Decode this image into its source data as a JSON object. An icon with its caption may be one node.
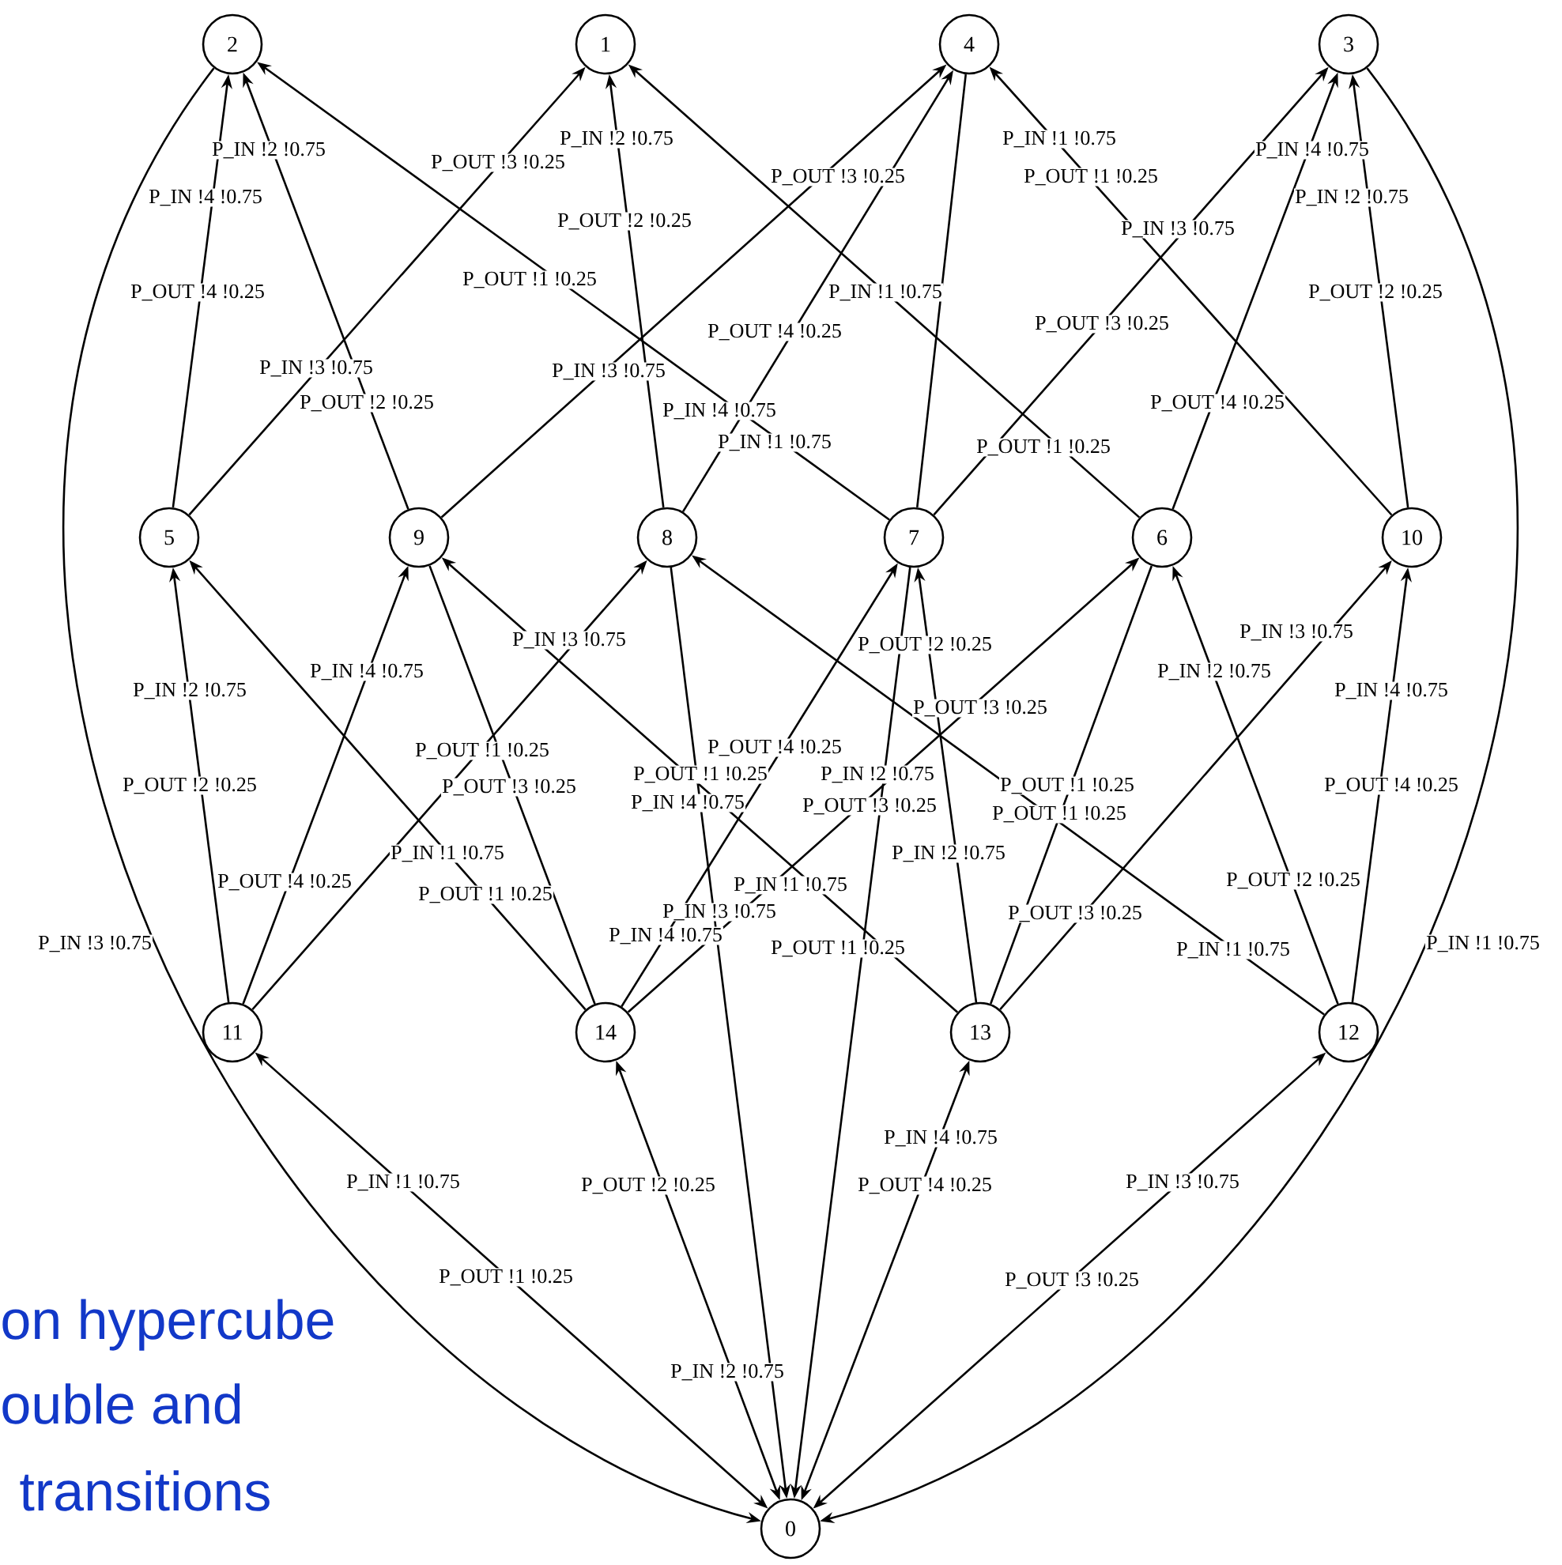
{
  "diagram": {
    "nodes": [
      {
        "text": [
          "2"
        ]
      },
      {
        "text": [
          "1"
        ]
      },
      {
        "text": [
          "4"
        ]
      },
      {
        "text": [
          "3"
        ]
      },
      {
        "text": [
          "5"
        ]
      },
      {
        "text": [
          "9"
        ]
      },
      {
        "text": [
          "8"
        ]
      },
      {
        "text": [
          "7"
        ]
      },
      {
        "text": [
          "6"
        ]
      },
      {
        "text": [
          "10"
        ]
      },
      {
        "text": [
          "11"
        ]
      },
      {
        "text": [
          "14"
        ]
      },
      {
        "text": [
          "13"
        ]
      },
      {
        "text": [
          "12"
        ]
      },
      {
        "text": [
          "0"
        ]
      }
    ],
    "edges": [
      {
        "from": 4,
        "to": 0,
        "arrow": "to",
        "label": "P_IN !4 !0.75"
      },
      {
        "from": 5,
        "to": 0,
        "arrow": "to",
        "label": "P_IN !2 !0.75"
      },
      {
        "from": 7,
        "to": 0,
        "arrow": "to",
        "label": "P_IN !1 !0.75"
      },
      {
        "from": 4,
        "to": 1,
        "arrow": "to",
        "label": "P_IN !3 !0.75"
      },
      {
        "from": 6,
        "to": 1,
        "arrow": "to",
        "label": "P_IN !2 !0.75"
      },
      {
        "from": 8,
        "to": 1,
        "arrow": "to",
        "label": "P_IN !1 !0.75"
      },
      {
        "from": 5,
        "to": 2,
        "arrow": "to",
        "label": "P_IN !3 !0.75"
      },
      {
        "from": 6,
        "to": 2,
        "arrow": "to",
        "label": "P_IN !4 !0.75"
      },
      {
        "from": 9,
        "to": 2,
        "arrow": "to",
        "label": "P_IN !1 !0.75"
      },
      {
        "from": 7,
        "to": 3,
        "arrow": "to",
        "label": "P_IN !3 !0.75"
      },
      {
        "from": 8,
        "to": 3,
        "arrow": "to",
        "label": "P_IN !4 !0.75"
      },
      {
        "from": 9,
        "to": 3,
        "arrow": "to",
        "label": "P_IN !2 !0.75"
      },
      {
        "from": 10,
        "to": 4,
        "arrow": "to",
        "label": "P_IN !2 !0.75"
      },
      {
        "from": 10,
        "to": 5,
        "arrow": "to",
        "label": "P_IN !4 !0.75"
      },
      {
        "from": 10,
        "to": 6,
        "arrow": "to",
        "label": "P_IN !3 !0.75"
      },
      {
        "from": 11,
        "to": 4,
        "arrow": "to",
        "label": "P_IN !1 !0.75"
      },
      {
        "from": 11,
        "to": 7,
        "arrow": "to",
        "label": "P_IN !4 !0.75"
      },
      {
        "from": 11,
        "to": 8,
        "arrow": "to",
        "label": "P_IN !3 !0.75"
      },
      {
        "from": 12,
        "to": 5,
        "arrow": "to",
        "label": "P_IN !1 !0.75"
      },
      {
        "from": 12,
        "to": 7,
        "arrow": "to",
        "label": "P_IN !2 !0.75"
      },
      {
        "from": 12,
        "to": 9,
        "arrow": "to",
        "label": "P_IN !3 !0.75"
      },
      {
        "from": 13,
        "to": 6,
        "arrow": "to",
        "label": "P_IN !1 !0.75"
      },
      {
        "from": 13,
        "to": 8,
        "arrow": "to",
        "label": "P_IN !2 !0.75"
      },
      {
        "from": 13,
        "to": 9,
        "arrow": "to",
        "label": "P_IN !4 !0.75"
      },
      {
        "from": 14,
        "to": 10,
        "arrow": "both",
        "label": "P_IN !1 !0.75"
      },
      {
        "from": 14,
        "to": 11,
        "arrow": "both",
        "label": "P_IN !2 !0.75"
      },
      {
        "from": 14,
        "to": 12,
        "arrow": "both",
        "label": "P_IN !4 !0.75"
      },
      {
        "from": 14,
        "to": 13,
        "arrow": "both",
        "label": "P_IN !3 !0.75"
      },
      {
        "from": 0,
        "to": 14,
        "arrow": "to",
        "label": "P_IN !3 !0.75"
      },
      {
        "from": 3,
        "to": 14,
        "arrow": "to",
        "label": "P_IN !1 !0.75"
      },
      {
        "from": 11,
        "to": 5,
        "arrow": "none"
      },
      {
        "from": 12,
        "to": 8,
        "arrow": "none"
      },
      {
        "from": 6,
        "to": 14,
        "arrow": "to"
      },
      {
        "from": 2,
        "to": 7,
        "arrow": "none"
      },
      {
        "from": 7,
        "to": 14,
        "arrow": "to"
      }
    ],
    "labels": [
      "P_OUT !4 !0.25",
      "P_OUT !3 !0.25",
      "P_OUT !2 !0.25",
      "P_OUT !1 !0.25",
      "P_OUT !2 !0.25",
      "P_OUT !3 !0.25",
      "P_OUT !1 !0.25",
      "P_OUT !4 !0.25",
      "P_OUT !3 !0.25",
      "P_OUT !4 !0.25",
      "P_OUT !1 !0.25",
      "P_OUT !2 !0.25",
      "P_OUT !2 !0.25",
      "P_OUT !3 !0.25",
      "P_OUT !1 !0.25",
      "P_OUT !4 !0.25",
      "P_OUT !2 !0.25",
      "P_OUT !3 !0.25",
      "P_OUT !1 !0.25",
      "P_IN !4 !0.75",
      "P_IN !2 !0.75",
      "P_OUT !3 !0.25",
      "P_OUT !1 !0.25",
      "P_OUT !1 !0.25",
      "P_OUT !1 !0.25",
      "P_OUT !4 !0.25",
      "P_OUT !1 !0.25",
      "P_OUT !4 !0.25",
      "P_OUT !2 !0.25",
      "P_OUT !3 !0.25",
      "P_OUT !2 !0.25",
      "P_OUT !4 !0.25",
      "P_OUT !1 !0.25",
      "P_OUT !3 !0.25",
      "on hypercube",
      "ouble and",
      "transitions"
    ]
  }
}
